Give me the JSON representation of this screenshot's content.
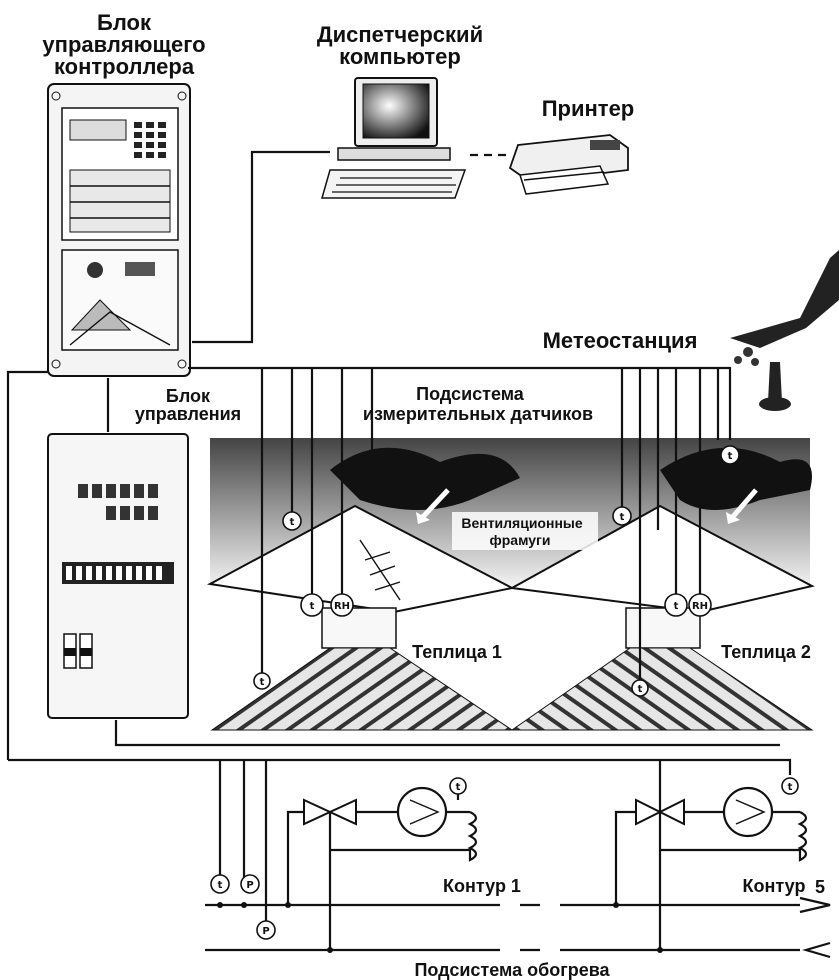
{
  "labels": {
    "controller_unit": [
      "Блок",
      "управляющего",
      "контроллера"
    ],
    "dispatcher_pc": [
      "Диспетчерский",
      "компьютер"
    ],
    "printer": "Принтер",
    "weather_station": "Метеостанция",
    "control_unit": [
      "Блок",
      "управления"
    ],
    "sensor_subsystem": [
      "Подсистема",
      "измерительных  датчиков"
    ],
    "vent_windows": [
      "Вентиляционные",
      "фрамуги"
    ],
    "greenhouse_1": "Теплица 1",
    "greenhouse_2": "Теплица 2",
    "circuit_1": "Контур 1",
    "circuit_5": "Контур",
    "circuit_5_num": "5",
    "heating_subsystem": "Подсистема  обогрева"
  },
  "sensor_symbols": {
    "temperature": "t",
    "humidity": "RH",
    "pressure": "P"
  }
}
